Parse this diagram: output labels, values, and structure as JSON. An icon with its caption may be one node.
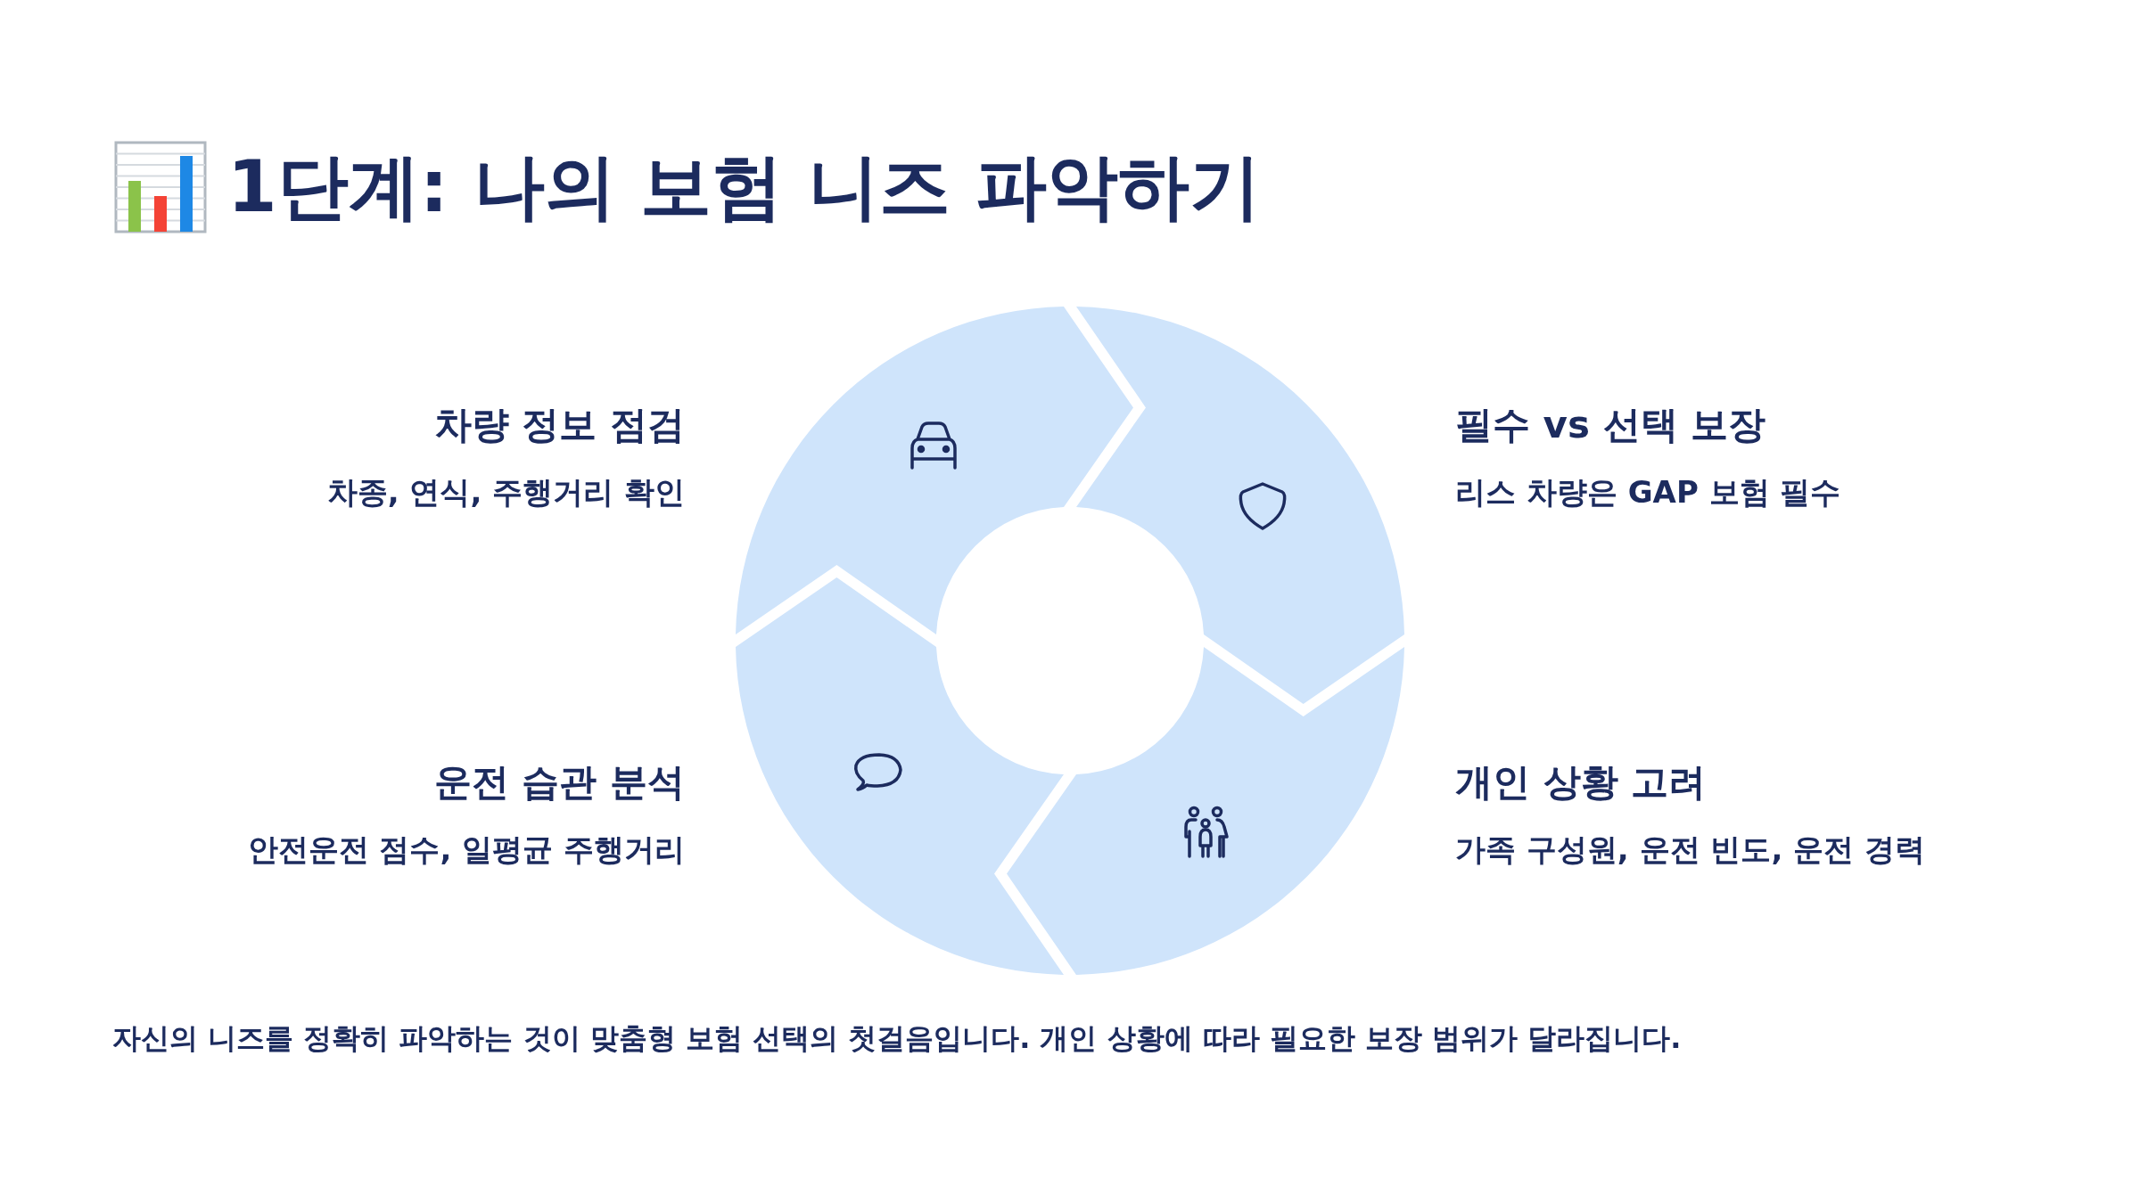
{
  "diagram": {
    "title": "1단계: 나의 보험 니즈 파악하기",
    "caption": "자신의 니즈를 정확히 파악하는 것이 맞춤형 보험 선택의 첫걸음입니다. 개인 상황에 따라 필요한 보장 범위가 달라집니다.",
    "nodes": [
      {
        "text": [],
        "shape": "segment",
        "beside": [
          "차량 정보 점검",
          "차종, 연식, 주행거리 확인"
        ]
      },
      {
        "text": [],
        "shape": "segment",
        "beside": [
          "필수 vs 선택 보장",
          "리스 차량은 GAP 보험 필수"
        ]
      },
      {
        "text": [],
        "shape": "segment",
        "beside": [
          "운전 습관 분석",
          "안전운전 점수, 일평균 주행거리"
        ]
      },
      {
        "text": [],
        "shape": "segment",
        "beside": [
          "개인 상황 고려",
          "가족 구성원, 운전 빈도, 운전 경력"
        ]
      }
    ]
  }
}
